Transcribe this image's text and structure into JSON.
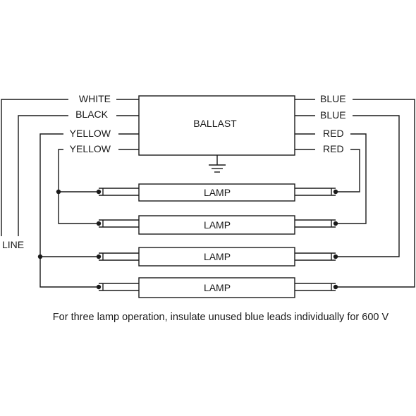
{
  "ballast": {
    "label": "BALLAST"
  },
  "left_leads": [
    "WHITE",
    "BLACK",
    "YELLOW",
    "YELLOW"
  ],
  "right_leads": [
    "BLUE",
    "BLUE",
    "RED",
    "RED"
  ],
  "line_label": "LINE",
  "lamps": [
    "LAMP",
    "LAMP",
    "LAMP",
    "LAMP"
  ],
  "note": "For three lamp operation, insulate unused blue leads individually for 600 V",
  "colors": {
    "line": "#1a1a1a",
    "background": "#ffffff"
  }
}
